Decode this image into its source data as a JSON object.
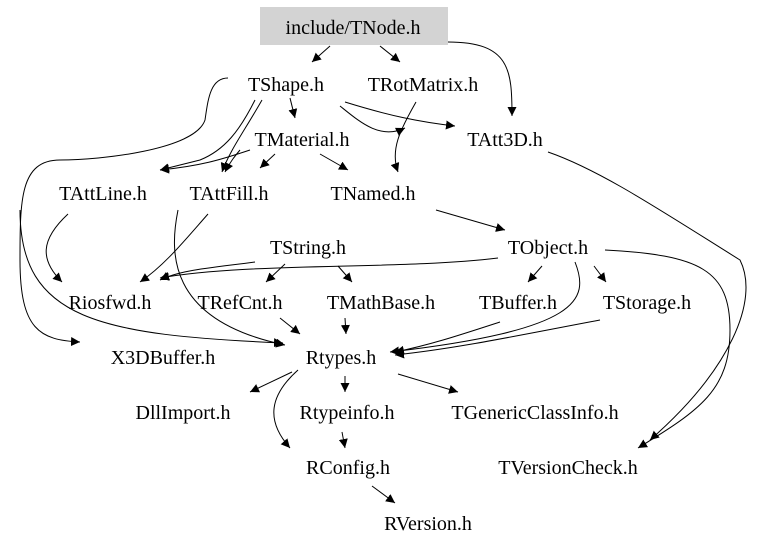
{
  "nodes": {
    "include_tnode": "include/TNode.h",
    "tshape": "TShape.h",
    "trotmatrix": "TRotMatrix.h",
    "tmaterial": "TMaterial.h",
    "tatt3d": "TAtt3D.h",
    "tattline": "TAttLine.h",
    "tattfill": "TAttFill.h",
    "tnamed": "TNamed.h",
    "tstring": "TString.h",
    "tobject": "TObject.h",
    "riosfwd": "Riosfwd.h",
    "trefcnt": "TRefCnt.h",
    "tmathbase": "TMathBase.h",
    "tbuffer": "TBuffer.h",
    "tstorage": "TStorage.h",
    "x3dbuffer": "X3DBuffer.h",
    "rtypes": "Rtypes.h",
    "dllimport": "DllImport.h",
    "rtypeinfo": "Rtypeinfo.h",
    "tgenericclassinfo": "TGenericClassInfo.h",
    "rconfig": "RConfig.h",
    "tversioncheck": "TVersionCheck.h",
    "rversion": "RVersion.h"
  },
  "root_node_fill": "#d3d3d3"
}
